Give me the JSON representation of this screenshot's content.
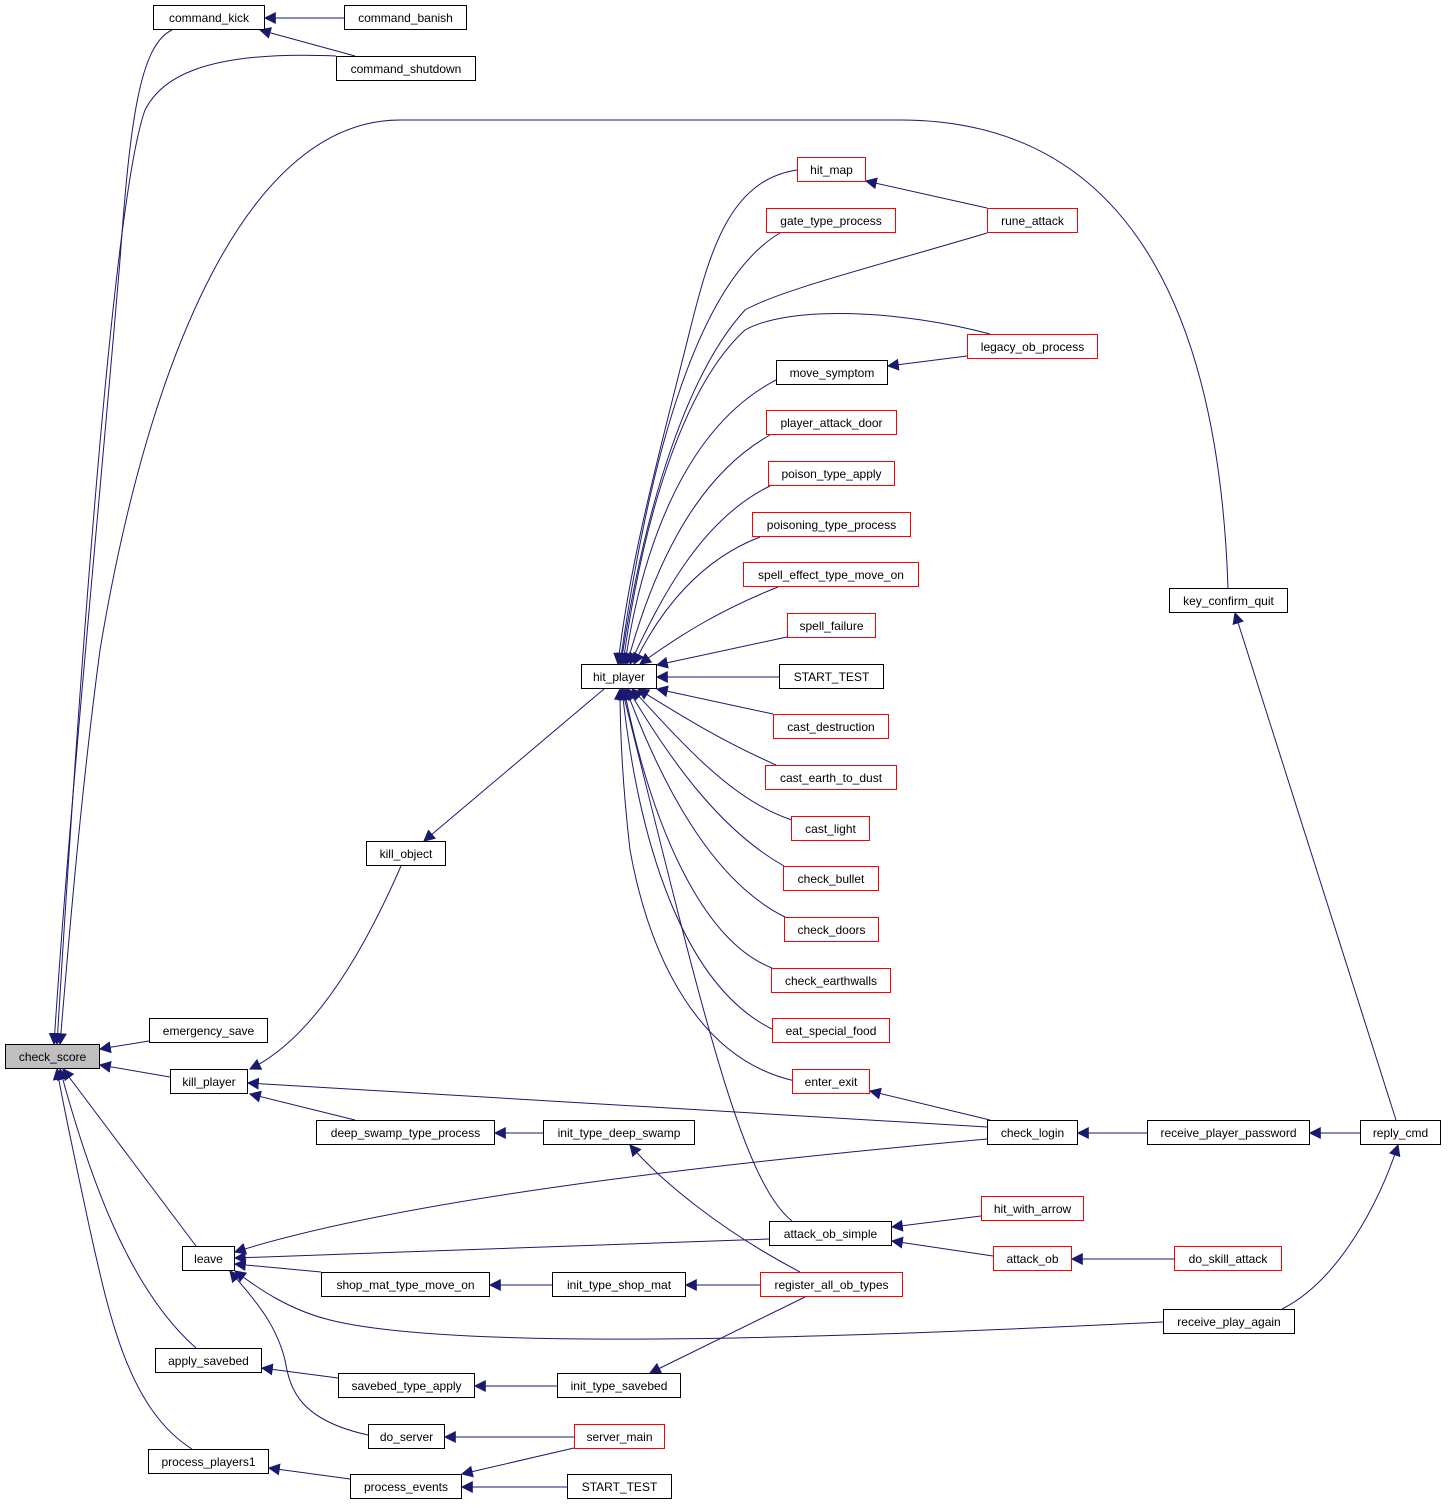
{
  "diagram": {
    "type": "call-graph",
    "edge_color": "#191970",
    "colors": {
      "normal_border": "#000000",
      "truncated_border": "#ff0000",
      "root_fill": "#bfbfbf"
    },
    "nodes": [
      {
        "id": "check_score",
        "label": "check_score",
        "style": "gray"
      },
      {
        "id": "command_kick",
        "label": "command_kick",
        "style": "black"
      },
      {
        "id": "command_banish",
        "label": "command_banish",
        "style": "black"
      },
      {
        "id": "command_shutdown",
        "label": "command_shutdown",
        "style": "black"
      },
      {
        "id": "hit_map",
        "label": "hit_map",
        "style": "red"
      },
      {
        "id": "gate_type_process",
        "label": "gate_type_process",
        "style": "red"
      },
      {
        "id": "rune_attack",
        "label": "rune_attack",
        "style": "red"
      },
      {
        "id": "legacy_ob_process",
        "label": "legacy_ob_process",
        "style": "red"
      },
      {
        "id": "move_symptom",
        "label": "move_symptom",
        "style": "black"
      },
      {
        "id": "player_attack_door",
        "label": "player_attack_door",
        "style": "red"
      },
      {
        "id": "poison_type_apply",
        "label": "poison_type_apply",
        "style": "red"
      },
      {
        "id": "poisoning_type_process",
        "label": "poisoning_type_process",
        "style": "red"
      },
      {
        "id": "spell_effect_type_move_on",
        "label": "spell_effect_type_move_on",
        "style": "red"
      },
      {
        "id": "spell_failure",
        "label": "spell_failure",
        "style": "red"
      },
      {
        "id": "START_TEST_1",
        "label": "START_TEST",
        "style": "black"
      },
      {
        "id": "hit_player",
        "label": "hit_player",
        "style": "black"
      },
      {
        "id": "cast_destruction",
        "label": "cast_destruction",
        "style": "red"
      },
      {
        "id": "cast_earth_to_dust",
        "label": "cast_earth_to_dust",
        "style": "red"
      },
      {
        "id": "cast_light",
        "label": "cast_light",
        "style": "red"
      },
      {
        "id": "check_bullet",
        "label": "check_bullet",
        "style": "red"
      },
      {
        "id": "check_doors",
        "label": "check_doors",
        "style": "red"
      },
      {
        "id": "check_earthwalls",
        "label": "check_earthwalls",
        "style": "red"
      },
      {
        "id": "eat_special_food",
        "label": "eat_special_food",
        "style": "red"
      },
      {
        "id": "enter_exit",
        "label": "enter_exit",
        "style": "red"
      },
      {
        "id": "key_confirm_quit",
        "label": "key_confirm_quit",
        "style": "black"
      },
      {
        "id": "kill_object",
        "label": "kill_object",
        "style": "black"
      },
      {
        "id": "emergency_save",
        "label": "emergency_save",
        "style": "black"
      },
      {
        "id": "kill_player",
        "label": "kill_player",
        "style": "black"
      },
      {
        "id": "deep_swamp_type_process",
        "label": "deep_swamp_type_process",
        "style": "black"
      },
      {
        "id": "init_type_deep_swamp",
        "label": "init_type_deep_swamp",
        "style": "black"
      },
      {
        "id": "check_login",
        "label": "check_login",
        "style": "black"
      },
      {
        "id": "receive_player_password",
        "label": "receive_player_password",
        "style": "black"
      },
      {
        "id": "reply_cmd",
        "label": "reply_cmd",
        "style": "black"
      },
      {
        "id": "hit_with_arrow",
        "label": "hit_with_arrow",
        "style": "red"
      },
      {
        "id": "attack_ob_simple",
        "label": "attack_ob_simple",
        "style": "black"
      },
      {
        "id": "leave",
        "label": "leave",
        "style": "black"
      },
      {
        "id": "attack_ob",
        "label": "attack_ob",
        "style": "red"
      },
      {
        "id": "do_skill_attack",
        "label": "do_skill_attack",
        "style": "red"
      },
      {
        "id": "shop_mat_type_move_on",
        "label": "shop_mat_type_move_on",
        "style": "black"
      },
      {
        "id": "init_type_shop_mat",
        "label": "init_type_shop_mat",
        "style": "black"
      },
      {
        "id": "register_all_ob_types",
        "label": "register_all_ob_types",
        "style": "red"
      },
      {
        "id": "receive_play_again",
        "label": "receive_play_again",
        "style": "black"
      },
      {
        "id": "apply_savebed",
        "label": "apply_savebed",
        "style": "black"
      },
      {
        "id": "savebed_type_apply",
        "label": "savebed_type_apply",
        "style": "black"
      },
      {
        "id": "init_type_savebed",
        "label": "init_type_savebed",
        "style": "black"
      },
      {
        "id": "do_server",
        "label": "do_server",
        "style": "black"
      },
      {
        "id": "server_main",
        "label": "server_main",
        "style": "red"
      },
      {
        "id": "process_players1",
        "label": "process_players1",
        "style": "black"
      },
      {
        "id": "process_events",
        "label": "process_events",
        "style": "black"
      },
      {
        "id": "START_TEST_2",
        "label": "START_TEST",
        "style": "black"
      }
    ]
  }
}
